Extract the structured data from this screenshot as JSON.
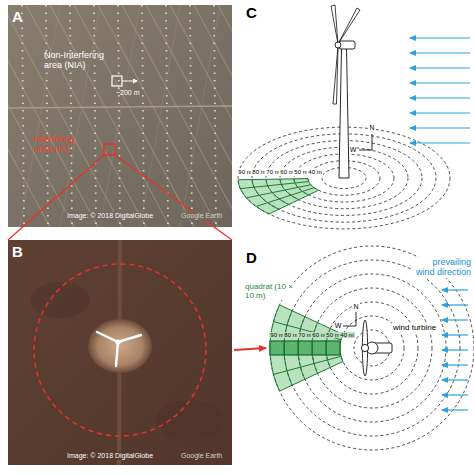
{
  "diagram": {
    "nodes": [
      {
        "text": [
          "A",
          "Non-Interfering area (NIA)",
          "~200 m",
          "Interfering area (IA)",
          "Image: © 2018 DigitalGlobe",
          "Google Earth"
        ]
      },
      {
        "text": [
          "B",
          "Image: © 2018 DigitalGlobe",
          "Google Earth"
        ]
      }
    ],
    "edges": [
      {
        "from": 0,
        "to": 1,
        "arrow": "none"
      }
    ],
    "labels": [
      "C",
      "N",
      "W",
      "90 m",
      "80 m",
      "70 m",
      "60 m",
      "50 m",
      "40 m",
      "D",
      "prevailing wind direction",
      "quadrat (10 × 10 m)",
      "wind turbine",
      "N",
      "W",
      "90 m",
      "80 m",
      "70 m",
      "60 m",
      "50 m",
      "40 m"
    ]
  }
}
